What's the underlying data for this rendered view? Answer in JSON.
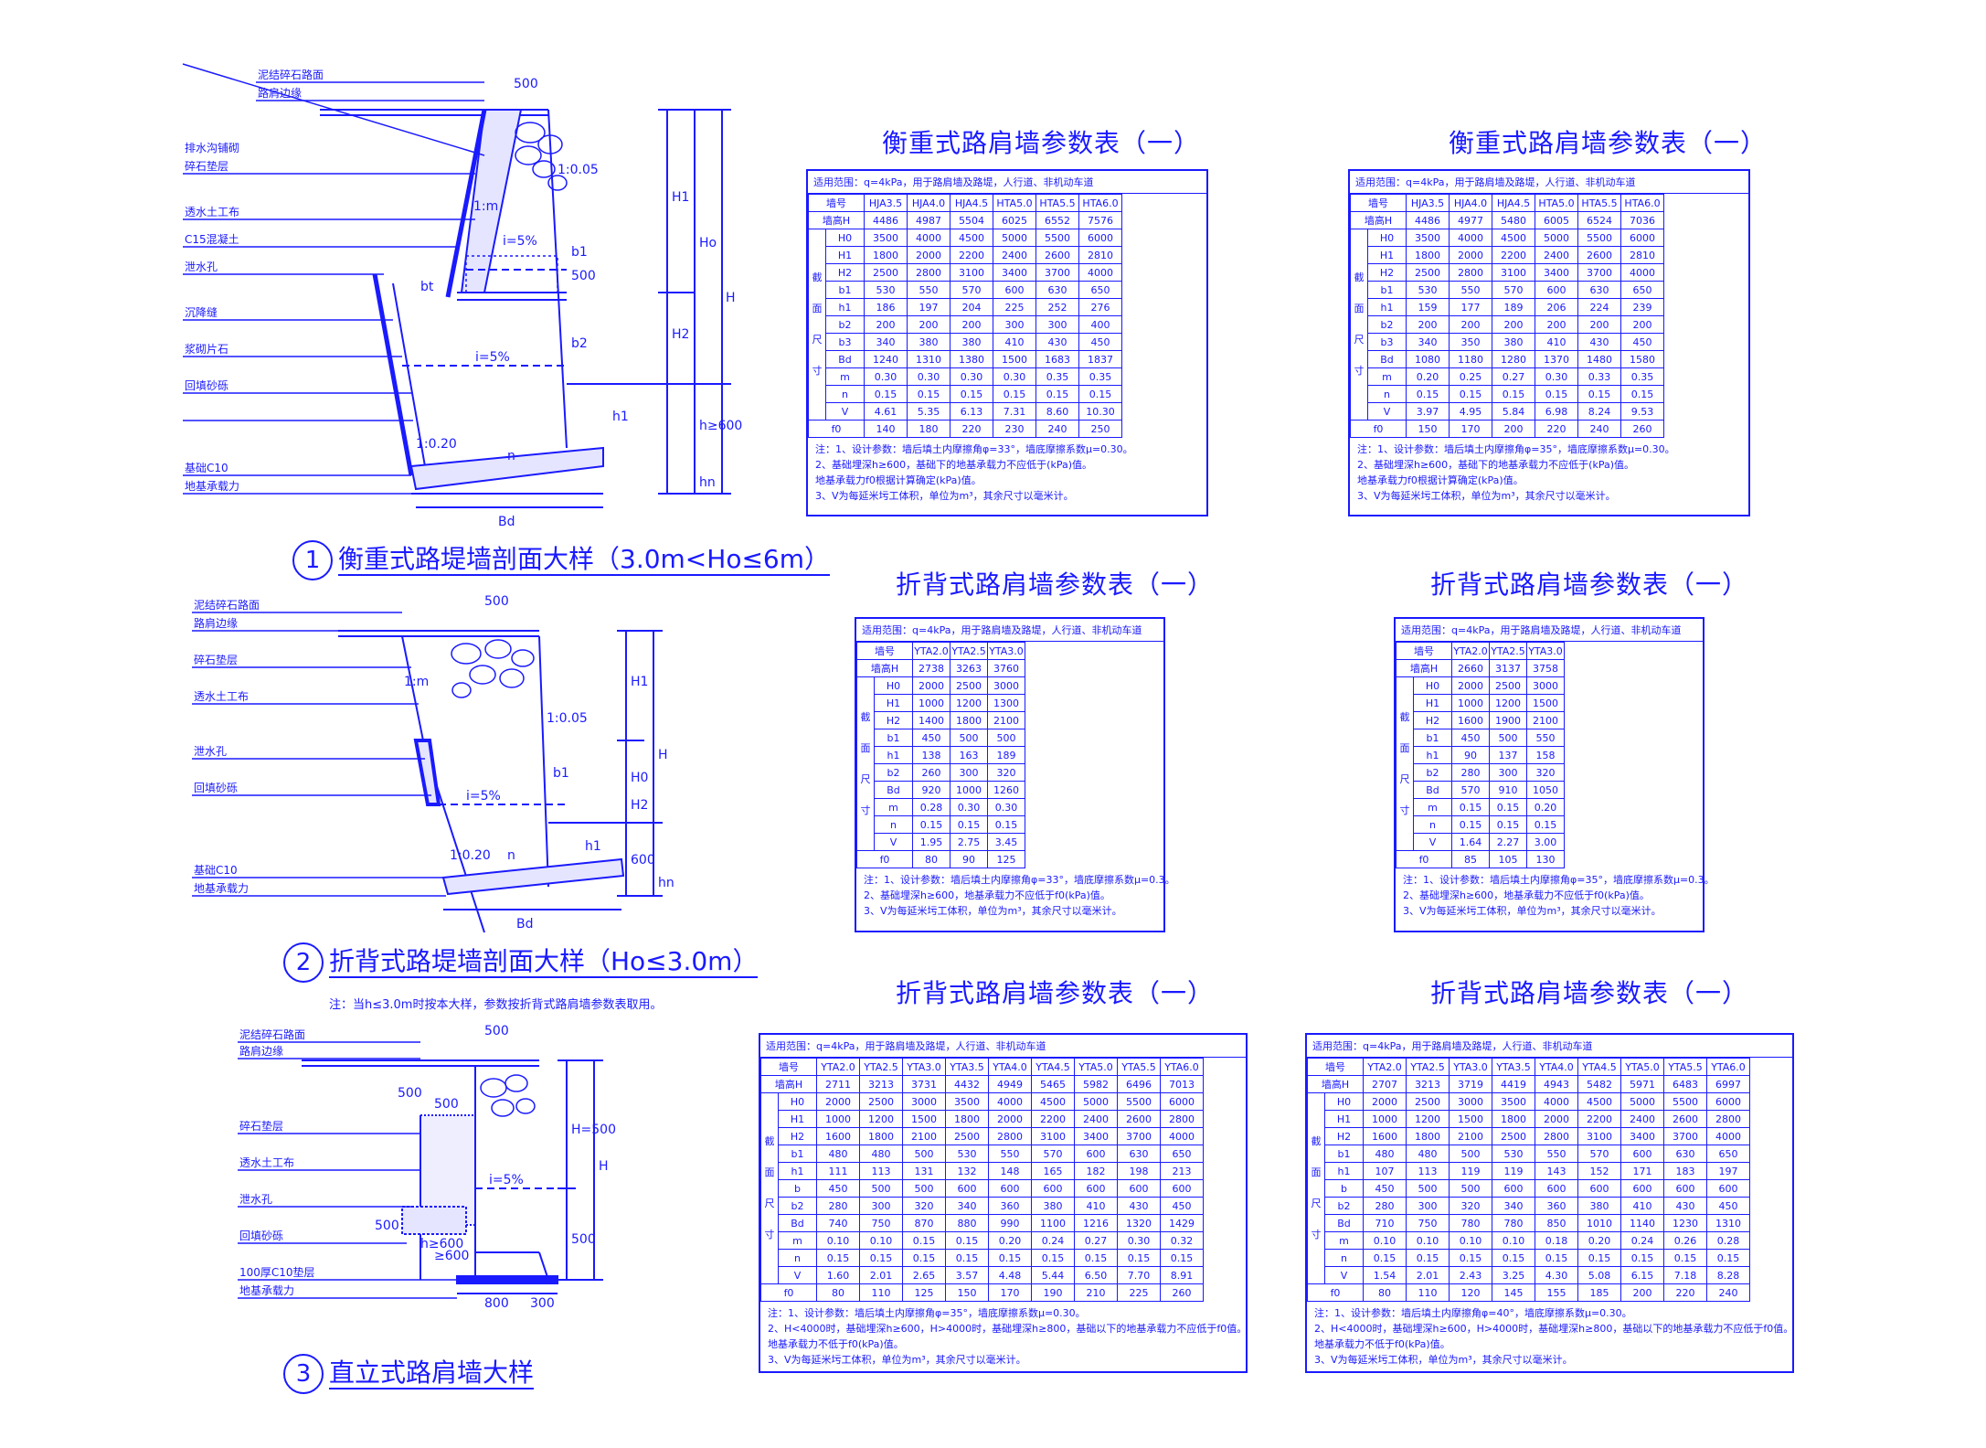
{
  "drawing1": {
    "number": "1",
    "caption": "衡重式路堤墙剖面大样（3.0m<Ho≤6m）",
    "labels": [
      "泥结碎石路面",
      "路肩边缘",
      "排水沟铺砌",
      "碎石垫层",
      "透水土工布",
      "C15混凝土",
      "泄水孔",
      "沉降缝",
      "浆砌片石",
      "回填砂砾",
      "基础C10",
      "地基承载力"
    ],
    "dims": [
      "500",
      "500",
      "1:m",
      "1:0.05",
      "i=5%",
      "i=5%",
      "bt",
      "b1",
      "b2",
      "h1",
      "H1",
      "H2",
      "Ho",
      "H",
      "Bd",
      "1:0.20",
      "n",
      "h≥600",
      "hn"
    ]
  },
  "drawing2": {
    "number": "2",
    "caption": "折背式路堤墙剖面大样（Ho≤3.0m）",
    "note": "注：当h≤3.0m时按本大样，参数按折背式路肩墙参数表取用。",
    "labels": [
      "泥结碎石路面",
      "路肩边缘",
      "碎石垫层",
      "透水土工布",
      "泄水孔",
      "回填砂砾",
      "基础C10",
      "地基承载力"
    ],
    "dims": [
      "500",
      "1:m",
      "1:0.05",
      "b1",
      "i=5%",
      "h1",
      "H1",
      "H0",
      "H",
      "H2",
      "600",
      "hn",
      "Bd",
      "1:0.20",
      "n"
    ]
  },
  "drawing3": {
    "number": "3",
    "caption": "直立式路肩墙大样",
    "labels": [
      "泥结碎石路面",
      "路肩边缘",
      "碎石垫层",
      "透水土工布",
      "泄水孔",
      "回填砂砾",
      "100厚C10垫层",
      "地基承载力"
    ],
    "dims": [
      "500",
      "500",
      "500",
      "h≥600",
      "i=5%",
      "H",
      "H=500",
      "500",
      "300",
      "800",
      "500",
      "≥600"
    ]
  },
  "tables": [
    {
      "title": "衡重式路肩墙参数表（一）",
      "header": "适用范围：q=4kPa，用于路肩墙及路堤，人行道、非机动车道",
      "cols": [
        "墙号",
        "HJA3.5",
        "HJA4.0",
        "HJA4.5",
        "HTA5.0",
        "HTA5.5",
        "HTA6.0"
      ],
      "wall_h": [
        "4486",
        "4987",
        "5504",
        "6025",
        "6552",
        "7576"
      ],
      "groupLabel": "截面尺寸",
      "rows": [
        {
          "k": "H0",
          "v": [
            "3500",
            "4000",
            "4500",
            "5000",
            "5500",
            "6000"
          ]
        },
        {
          "k": "H1",
          "v": [
            "1800",
            "2000",
            "2200",
            "2400",
            "2600",
            "2810"
          ]
        },
        {
          "k": "H2",
          "v": [
            "2500",
            "2800",
            "3100",
            "3400",
            "3700",
            "4000"
          ]
        },
        {
          "k": "b1",
          "v": [
            "530",
            "550",
            "570",
            "600",
            "630",
            "650"
          ]
        },
        {
          "k": "h1",
          "v": [
            "186",
            "197",
            "204",
            "225",
            "252",
            "276"
          ]
        },
        {
          "k": "b2",
          "v": [
            "200",
            "200",
            "200",
            "300",
            "300",
            "400"
          ]
        },
        {
          "k": "b3",
          "v": [
            "340",
            "380",
            "380",
            "410",
            "430",
            "450"
          ]
        },
        {
          "k": "Bd",
          "v": [
            "1240",
            "1310",
            "1380",
            "1500",
            "1683",
            "1837"
          ]
        },
        {
          "k": "m",
          "v": [
            "0.30",
            "0.30",
            "0.30",
            "0.30",
            "0.35",
            "0.35"
          ]
        },
        {
          "k": "n",
          "v": [
            "0.15",
            "0.15",
            "0.15",
            "0.15",
            "0.15",
            "0.15"
          ]
        },
        {
          "k": "V",
          "v": [
            "4.61",
            "5.35",
            "6.13",
            "7.31",
            "8.60",
            "10.30"
          ]
        }
      ],
      "last": {
        "k": "f0",
        "v": [
          "140",
          "180",
          "220",
          "230",
          "240",
          "250"
        ]
      },
      "notes": [
        "注：1、设计参数：墙后填土内摩擦角φ=33°，墙底摩擦系数μ=0.30。",
        "2、基础埋深h≥600，基础下的地基承载力不应低于(kPa)值。",
        "地基承载力f0根据计算确定(kPa)值。",
        "3、V为每延米圬工体积，单位为m³，其余尺寸以毫米计。"
      ]
    },
    {
      "title": "衡重式路肩墙参数表（一）",
      "header": "适用范围：q=4kPa，用于路肩墙及路堤，人行道、非机动车道",
      "cols": [
        "墙号",
        "HJA3.5",
        "HJA4.0",
        "HJA4.5",
        "HTA5.0",
        "HTA5.5",
        "HTA6.0"
      ],
      "wall_h": [
        "4486",
        "4977",
        "5480",
        "6005",
        "6524",
        "7036"
      ],
      "groupLabel": "截面尺寸",
      "rows": [
        {
          "k": "H0",
          "v": [
            "3500",
            "4000",
            "4500",
            "5000",
            "5500",
            "6000"
          ]
        },
        {
          "k": "H1",
          "v": [
            "1800",
            "2000",
            "2200",
            "2400",
            "2600",
            "2810"
          ]
        },
        {
          "k": "H2",
          "v": [
            "2500",
            "2800",
            "3100",
            "3400",
            "3700",
            "4000"
          ]
        },
        {
          "k": "b1",
          "v": [
            "530",
            "550",
            "570",
            "600",
            "630",
            "650"
          ]
        },
        {
          "k": "h1",
          "v": [
            "159",
            "177",
            "189",
            "206",
            "224",
            "239"
          ]
        },
        {
          "k": "b2",
          "v": [
            "200",
            "200",
            "200",
            "200",
            "200",
            "200"
          ]
        },
        {
          "k": "b3",
          "v": [
            "340",
            "350",
            "380",
            "410",
            "430",
            "450"
          ]
        },
        {
          "k": "Bd",
          "v": [
            "1080",
            "1180",
            "1280",
            "1370",
            "1480",
            "1580"
          ]
        },
        {
          "k": "m",
          "v": [
            "0.20",
            "0.25",
            "0.27",
            "0.30",
            "0.33",
            "0.35"
          ]
        },
        {
          "k": "n",
          "v": [
            "0.15",
            "0.15",
            "0.15",
            "0.15",
            "0.15",
            "0.15"
          ]
        },
        {
          "k": "V",
          "v": [
            "3.97",
            "4.95",
            "5.84",
            "6.98",
            "8.24",
            "9.53"
          ]
        }
      ],
      "last": {
        "k": "f0",
        "v": [
          "150",
          "170",
          "200",
          "220",
          "240",
          "260"
        ]
      },
      "notes": [
        "注：1、设计参数：墙后填土内摩擦角φ=35°，墙底摩擦系数μ=0.30。",
        "2、基础埋深h≥600，基础下的地基承载力不应低于(kPa)值。",
        "地基承载力f0根据计算确定(kPa)值。",
        "3、V为每延米圬工体积，单位为m³，其余尺寸以毫米计。"
      ]
    },
    {
      "title": "折背式路肩墙参数表（一）",
      "header": "适用范围：q=4kPa，用于路肩墙及路堤，人行道、非机动车道",
      "cols": [
        "墙号",
        "YTA2.0",
        "YTA2.5",
        "YTA3.0"
      ],
      "wall_h": [
        "2738",
        "3263",
        "3760"
      ],
      "groupLabel": "截面尺寸",
      "rows": [
        {
          "k": "H0",
          "v": [
            "2000",
            "2500",
            "3000"
          ]
        },
        {
          "k": "H1",
          "v": [
            "1000",
            "1200",
            "1300"
          ]
        },
        {
          "k": "H2",
          "v": [
            "1400",
            "1800",
            "2100"
          ]
        },
        {
          "k": "b1",
          "v": [
            "450",
            "500",
            "500"
          ]
        },
        {
          "k": "h1",
          "v": [
            "138",
            "163",
            "189"
          ]
        },
        {
          "k": "b2",
          "v": [
            "260",
            "300",
            "320"
          ]
        },
        {
          "k": "Bd",
          "v": [
            "920",
            "1000",
            "1260"
          ]
        },
        {
          "k": "m",
          "v": [
            "0.28",
            "0.30",
            "0.30"
          ]
        },
        {
          "k": "n",
          "v": [
            "0.15",
            "0.15",
            "0.15"
          ]
        },
        {
          "k": "V",
          "v": [
            "1.95",
            "2.75",
            "3.45"
          ]
        }
      ],
      "last": {
        "k": "f0",
        "v": [
          "80",
          "90",
          "125"
        ]
      },
      "notes": [
        "注：1、设计参数：墙后填土内摩擦角φ=33°，墙底摩擦系数μ=0.3。",
        "2、基础埋深h≥600，地基承载力不应低于f0(kPa)值。",
        "3、V为每延米圬工体积，单位为m³，其余尺寸以毫米计。"
      ]
    },
    {
      "title": "折背式路肩墙参数表（一）",
      "header": "适用范围：q=4kPa，用于路肩墙及路堤，人行道、非机动车道",
      "cols": [
        "墙号",
        "YTA2.0",
        "YTA2.5",
        "YTA3.0"
      ],
      "wall_h": [
        "2660",
        "3137",
        "3758"
      ],
      "groupLabel": "截面尺寸",
      "rows": [
        {
          "k": "H0",
          "v": [
            "2000",
            "2500",
            "3000"
          ]
        },
        {
          "k": "H1",
          "v": [
            "1000",
            "1200",
            "1500"
          ]
        },
        {
          "k": "H2",
          "v": [
            "1600",
            "1900",
            "2100"
          ]
        },
        {
          "k": "b1",
          "v": [
            "450",
            "500",
            "550"
          ]
        },
        {
          "k": "h1",
          "v": [
            "90",
            "137",
            "158"
          ]
        },
        {
          "k": "b2",
          "v": [
            "280",
            "300",
            "320"
          ]
        },
        {
          "k": "Bd",
          "v": [
            "570",
            "910",
            "1050"
          ]
        },
        {
          "k": "m",
          "v": [
            "0.15",
            "0.15",
            "0.20"
          ]
        },
        {
          "k": "n",
          "v": [
            "0.15",
            "0.15",
            "0.15"
          ]
        },
        {
          "k": "V",
          "v": [
            "1.64",
            "2.27",
            "3.00"
          ]
        }
      ],
      "last": {
        "k": "f0",
        "v": [
          "85",
          "105",
          "130"
        ]
      },
      "notes": [
        "注：1、设计参数：墙后填土内摩擦角φ=35°，墙底摩擦系数μ=0.3。",
        "2、基础埋深h≥600，地基承载力不应低于f0(kPa)值。",
        "3、V为每延米圬工体积，单位为m³，其余尺寸以毫米计。"
      ]
    },
    {
      "title": "折背式路肩墙参数表（一）",
      "header": "适用范围：q=4kPa，用于路肩墙及路堤，人行道、非机动车道",
      "cols": [
        "墙号",
        "YTA2.0",
        "YTA2.5",
        "YTA3.0",
        "YTA3.5",
        "YTA4.0",
        "YTA4.5",
        "YTA5.0",
        "YTA5.5",
        "YTA6.0"
      ],
      "wall_h": [
        "2711",
        "3213",
        "3731",
        "4432",
        "4949",
        "5465",
        "5982",
        "6496",
        "7013"
      ],
      "groupLabel": "截面尺寸",
      "rows": [
        {
          "k": "H0",
          "v": [
            "2000",
            "2500",
            "3000",
            "3500",
            "4000",
            "4500",
            "5000",
            "5500",
            "6000"
          ]
        },
        {
          "k": "H1",
          "v": [
            "1000",
            "1200",
            "1500",
            "1800",
            "2000",
            "2200",
            "2400",
            "2600",
            "2800"
          ]
        },
        {
          "k": "H2",
          "v": [
            "1600",
            "1800",
            "2100",
            "2500",
            "2800",
            "3100",
            "3400",
            "3700",
            "4000"
          ]
        },
        {
          "k": "b1",
          "v": [
            "480",
            "480",
            "500",
            "530",
            "550",
            "570",
            "600",
            "630",
            "650"
          ]
        },
        {
          "k": "h1",
          "v": [
            "111",
            "113",
            "131",
            "132",
            "148",
            "165",
            "182",
            "198",
            "213"
          ]
        },
        {
          "k": "b",
          "v": [
            "450",
            "500",
            "500",
            "600",
            "600",
            "600",
            "600",
            "600",
            "600"
          ]
        },
        {
          "k": "b2",
          "v": [
            "280",
            "300",
            "320",
            "340",
            "360",
            "380",
            "410",
            "430",
            "450"
          ]
        },
        {
          "k": "Bd",
          "v": [
            "740",
            "750",
            "870",
            "880",
            "990",
            "1100",
            "1216",
            "1320",
            "1429"
          ]
        },
        {
          "k": "m",
          "v": [
            "0.10",
            "0.10",
            "0.15",
            "0.15",
            "0.20",
            "0.24",
            "0.27",
            "0.30",
            "0.32"
          ]
        },
        {
          "k": "n",
          "v": [
            "0.15",
            "0.15",
            "0.15",
            "0.15",
            "0.15",
            "0.15",
            "0.15",
            "0.15",
            "0.15"
          ]
        },
        {
          "k": "V",
          "v": [
            "1.60",
            "2.01",
            "2.65",
            "3.57",
            "4.48",
            "5.44",
            "6.50",
            "7.70",
            "8.91"
          ]
        }
      ],
      "last": {
        "k": "f0",
        "v": [
          "80",
          "110",
          "125",
          "150",
          "170",
          "190",
          "210",
          "225",
          "260"
        ]
      },
      "notes": [
        "注：1、设计参数：墙后填土内摩擦角φ=35°，墙底摩擦系数μ=0.30。",
        "2、H<4000时，基础埋深h≥600，H>4000时，基础埋深h≥800，基础以下的地基承载力不应低于f0值。",
        "地基承载力不低于f0(kPa)值。",
        "3、V为每延米圬工体积，单位为m³，其余尺寸以毫米计。"
      ]
    },
    {
      "title": "折背式路肩墙参数表（一）",
      "header": "适用范围：q=4kPa，用于路肩墙及路堤，人行道、非机动车道",
      "cols": [
        "墙号",
        "YTA2.0",
        "YTA2.5",
        "YTA3.0",
        "YTA3.5",
        "YTA4.0",
        "YTA4.5",
        "YTA5.0",
        "YTA5.5",
        "YTA6.0"
      ],
      "wall_h": [
        "2707",
        "3213",
        "3719",
        "4419",
        "4943",
        "5482",
        "5971",
        "6483",
        "6997"
      ],
      "groupLabel": "截面尺寸",
      "rows": [
        {
          "k": "H0",
          "v": [
            "2000",
            "2500",
            "3000",
            "3500",
            "4000",
            "4500",
            "5000",
            "5500",
            "6000"
          ]
        },
        {
          "k": "H1",
          "v": [
            "1000",
            "1200",
            "1500",
            "1800",
            "2000",
            "2200",
            "2400",
            "2600",
            "2800"
          ]
        },
        {
          "k": "H2",
          "v": [
            "1600",
            "1800",
            "2100",
            "2500",
            "2800",
            "3100",
            "3400",
            "3700",
            "4000"
          ]
        },
        {
          "k": "b1",
          "v": [
            "480",
            "480",
            "500",
            "530",
            "550",
            "570",
            "600",
            "630",
            "650"
          ]
        },
        {
          "k": "h1",
          "v": [
            "107",
            "113",
            "119",
            "119",
            "143",
            "152",
            "171",
            "183",
            "197"
          ]
        },
        {
          "k": "b",
          "v": [
            "450",
            "500",
            "500",
            "600",
            "600",
            "600",
            "600",
            "600",
            "600"
          ]
        },
        {
          "k": "b2",
          "v": [
            "280",
            "300",
            "320",
            "340",
            "360",
            "380",
            "410",
            "430",
            "450"
          ]
        },
        {
          "k": "Bd",
          "v": [
            "710",
            "750",
            "780",
            "780",
            "850",
            "1010",
            "1140",
            "1230",
            "1310"
          ]
        },
        {
          "k": "m",
          "v": [
            "0.10",
            "0.10",
            "0.10",
            "0.10",
            "0.18",
            "0.20",
            "0.24",
            "0.26",
            "0.28"
          ]
        },
        {
          "k": "n",
          "v": [
            "0.15",
            "0.15",
            "0.15",
            "0.15",
            "0.15",
            "0.15",
            "0.15",
            "0.15",
            "0.15"
          ]
        },
        {
          "k": "V",
          "v": [
            "1.54",
            "2.01",
            "2.43",
            "3.25",
            "4.30",
            "5.08",
            "6.15",
            "7.18",
            "8.28"
          ]
        }
      ],
      "last": {
        "k": "f0",
        "v": [
          "80",
          "110",
          "120",
          "145",
          "155",
          "185",
          "200",
          "220",
          "240"
        ]
      },
      "notes": [
        "注：1、设计参数：墙后填土内摩擦角φ=40°，墙底摩擦系数μ=0.30。",
        "2、H<4000时，基础埋深h≥600，H>4000时，基础埋深h≥800，基础以下的地基承载力不应低于f0值。",
        "地基承载力不低于f0(kPa)值。",
        "3、V为每延米圬工体积，单位为m³，其余尺寸以毫米计。"
      ]
    }
  ],
  "colors": {
    "ink": "#1a1aff",
    "paper": "#ffffff"
  }
}
